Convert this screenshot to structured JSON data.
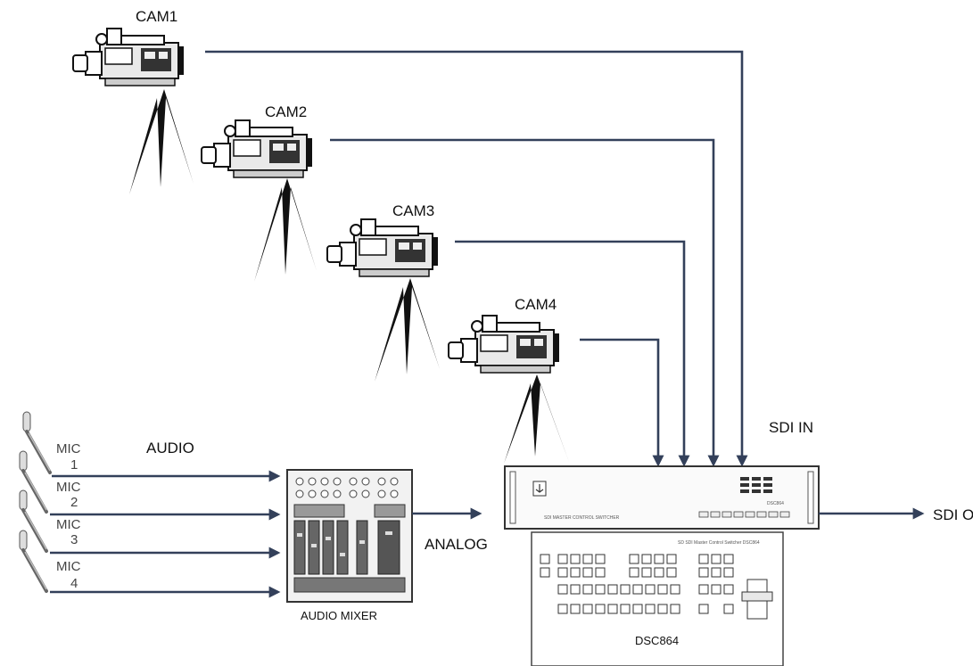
{
  "cameras": [
    {
      "label": "CAM1"
    },
    {
      "label": "CAM2"
    },
    {
      "label": "CAM3"
    },
    {
      "label": "CAM4"
    }
  ],
  "mics": [
    {
      "label": "MIC",
      "number": "1"
    },
    {
      "label": "MIC",
      "number": "2"
    },
    {
      "label": "MIC",
      "number": "3"
    },
    {
      "label": "MIC",
      "number": "4"
    }
  ],
  "labels": {
    "audio": "AUDIO",
    "audio_mixer": "AUDIO MIXER",
    "analog": "ANALOG",
    "sdi_in": "SDI  IN",
    "sdi_out": "SDI  OUT"
  },
  "switcher": {
    "front_text": "SDI MASTER CONTROL SWITCHER",
    "model_badge": "DSC864",
    "panel_title": "SD SDI Master Control Switcher DSC864",
    "panel_label": "DSC864"
  },
  "colors": {
    "wire": "#33405a",
    "device_outline": "#333333"
  }
}
